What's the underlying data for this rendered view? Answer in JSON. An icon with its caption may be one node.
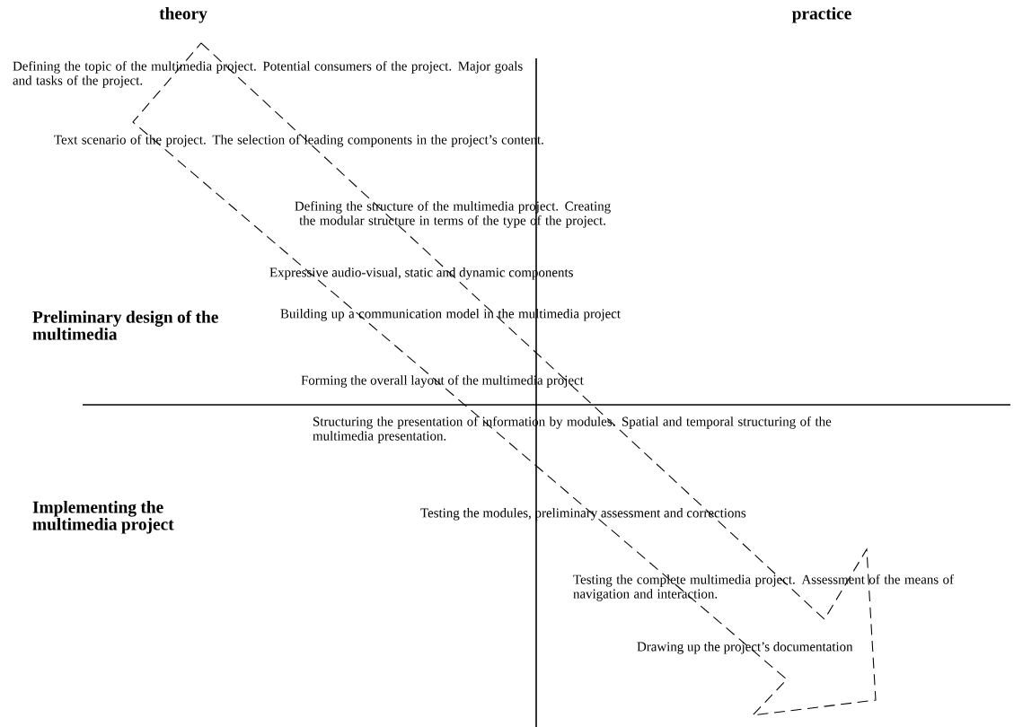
{
  "diagram": {
    "labels": [
      "theory",
      "practice",
      "Defining the topic of the multimedia project. Potential consumers of the project. Major goals and tasks of the project.",
      "Text scenario of the project. The selection of leading components in the project’s content.",
      "Defining the structure of the multimedia project. Creating the modular structure in terms of the type of the project.",
      "Expressive audio-visual, static and dynamic components",
      "Preliminary design of the multimedia",
      "Building up a communication model in the multimedia project",
      "Forming the overall layout of the multimedia project",
      "Structuring the presentation of information by modules. Spatial and temporal structuring of the multimedia presentation.",
      "Implementing the multimedia project",
      "Testing the modules, preliminary assessment and corrections",
      "Testing the complete multimedia project. Assessment of the means of navigation and interaction.",
      "Drawing up the project’s documentation"
    ]
  }
}
